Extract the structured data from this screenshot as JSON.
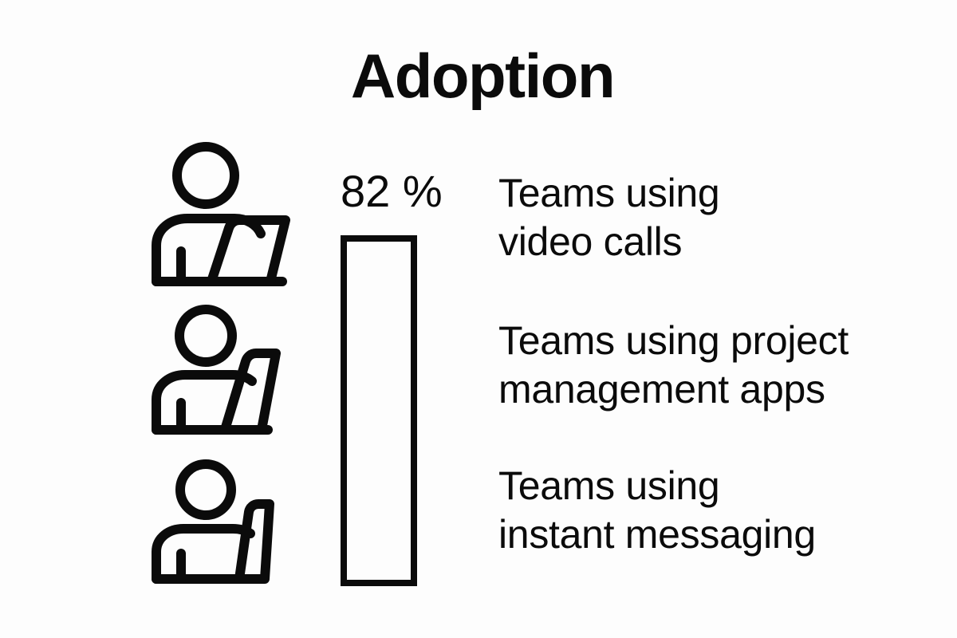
{
  "title": "Adoption",
  "background_color": "#fdfdfd",
  "ink_color": "#0b0b0b",
  "bar": {
    "value_label": "82 %",
    "value": 82,
    "unit": "%"
  },
  "pictograms": [
    {
      "name": "person-at-laptop-icon",
      "size": "large"
    },
    {
      "name": "person-at-laptop-icon",
      "size": "medium"
    },
    {
      "name": "person-at-laptop-icon",
      "size": "small"
    }
  ],
  "labels": [
    {
      "line1": "Teams using",
      "line2": "video calls"
    },
    {
      "line1": "Teams using project",
      "line2": "management apps"
    },
    {
      "line1": "Teams using",
      "line2": "instant messaging"
    }
  ],
  "chart_data": {
    "type": "bar",
    "title": "Adoption",
    "subtitle": "",
    "xlabel": "",
    "ylabel": "",
    "orientation": "vertical",
    "grid": false,
    "legend": false,
    "axis_visible": false,
    "ylim": [
      0,
      100
    ],
    "categories": [
      "Teams using video calls",
      "Teams using project management apps",
      "Teams using instant messaging"
    ],
    "values": [
      82,
      82,
      82
    ],
    "data_labels": [
      "82 %",
      "82 %",
      "82 %"
    ],
    "bars_drawn": 1,
    "note": "Single outlined bar labelled 82 % rendered beside three pictograms of decreasing size; each pictogram corresponds to one category label."
  }
}
